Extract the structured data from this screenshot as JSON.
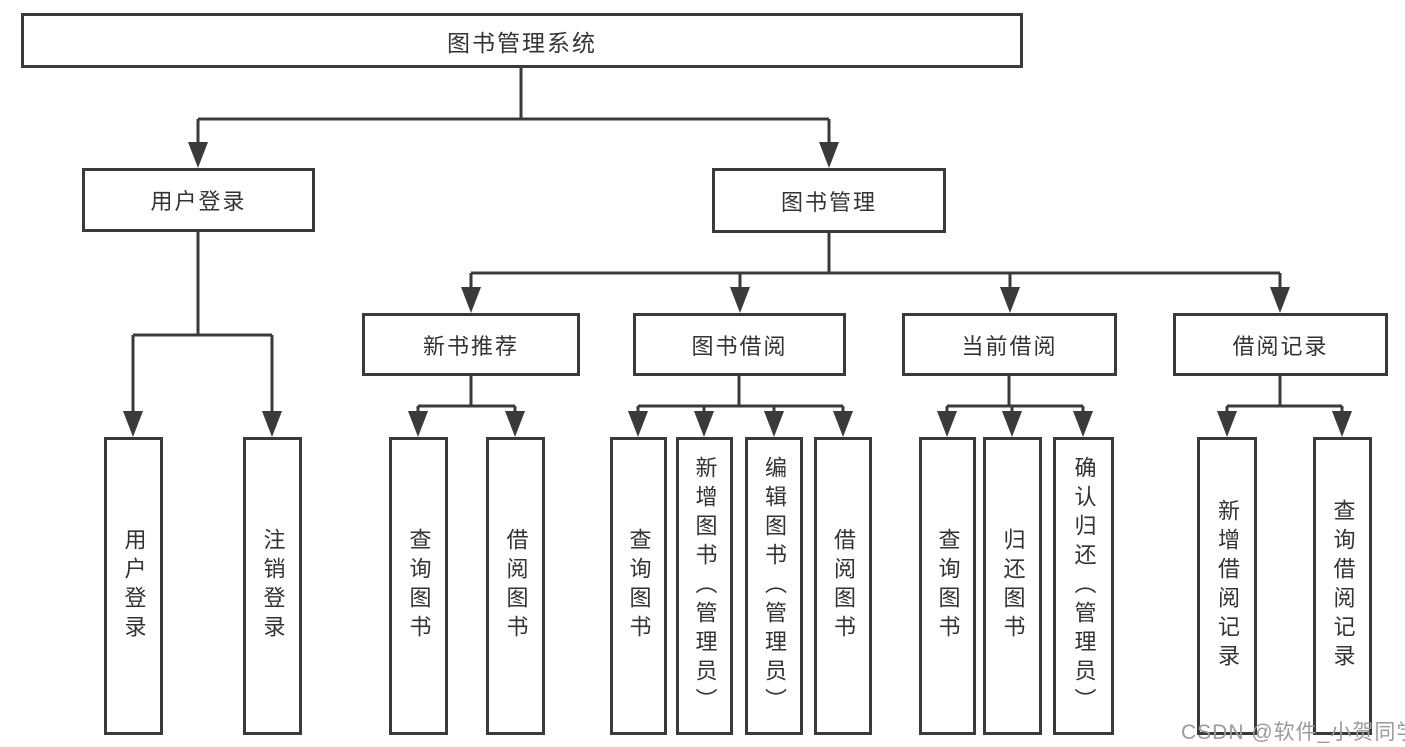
{
  "diagram": {
    "type": "hierarchy-tree",
    "colors": {
      "line": "#3a3a3a",
      "text": "#333333",
      "background": "#ffffff",
      "watermark": "#9b9b9b"
    },
    "tree": {
      "root": {
        "label": "图书管理系统"
      },
      "level2": [
        {
          "label": "用户登录",
          "parent": "图书管理系统"
        },
        {
          "label": "图书管理",
          "parent": "图书管理系统"
        }
      ],
      "level3": [
        {
          "label": "新书推荐",
          "parent": "图书管理"
        },
        {
          "label": "图书借阅",
          "parent": "图书管理"
        },
        {
          "label": "当前借阅",
          "parent": "图书管理"
        },
        {
          "label": "借阅记录",
          "parent": "图书管理"
        }
      ],
      "leaves": [
        {
          "label": "用户登录",
          "parent": "用户登录"
        },
        {
          "label": "注销登录",
          "parent": "用户登录"
        },
        {
          "label": "查询图书",
          "parent": "新书推荐"
        },
        {
          "label": "借阅图书",
          "parent": "新书推荐"
        },
        {
          "label": "查询图书",
          "parent": "图书借阅"
        },
        {
          "label": "新增图书（管理员）",
          "parent": "图书借阅"
        },
        {
          "label": "编辑图书（管理员）",
          "parent": "图书借阅"
        },
        {
          "label": "借阅图书",
          "parent": "图书借阅"
        },
        {
          "label": "查询图书",
          "parent": "当前借阅"
        },
        {
          "label": "归还图书",
          "parent": "当前借阅"
        },
        {
          "label": "确认归还（管理员）",
          "parent": "当前借阅"
        },
        {
          "label": "新增借阅记录",
          "parent": "借阅记录"
        },
        {
          "label": "查询借阅记录",
          "parent": "借阅记录"
        }
      ]
    }
  },
  "watermark": {
    "text": "CSDN @软件_小贺同学"
  }
}
